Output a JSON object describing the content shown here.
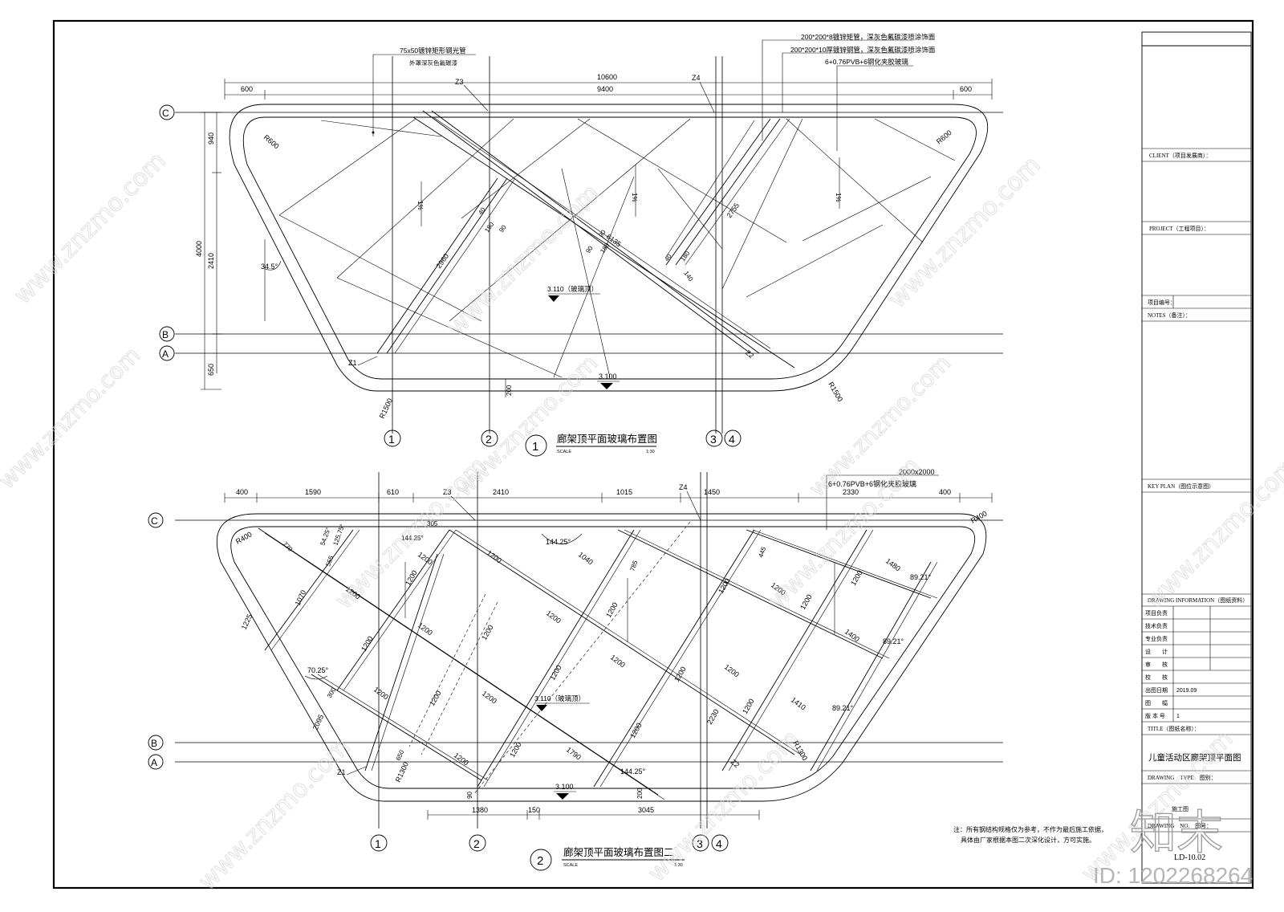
{
  "plan1": {
    "title": "廊架顶平面玻璃布置图",
    "number": "1",
    "scale_label": "SCALE",
    "scale_value": "1:30",
    "notes": {
      "tube": "75x50镀锌矩形钢光管",
      "tube2": "外罩深灰色氟碳漆",
      "steel1": "200*200*8镀锌矩管，深灰色氟碳漆喷涂饰面",
      "steel2": "200*200*10厚镀锌钢管，深灰色氟碳漆喷涂饰面",
      "glass": "6+0.76PVB+6钢化夹胶玻璃"
    },
    "dims_top": [
      "600",
      "10600",
      "9400",
      "600"
    ],
    "dims_left": [
      "940",
      "4000",
      "2410",
      "650"
    ],
    "labels": {
      "z1": "Z1",
      "z2": "Z2",
      "z3": "Z3",
      "z4": "Z4",
      "r600a": "R600",
      "r600b": "R600",
      "r1500a": "R1500",
      "r1500b": "R1500",
      "angle": "34.5°",
      "elev_glass": "3.110（玻璃顶）",
      "elev": "3.100",
      "d2960": "2960",
      "d2755": "2755",
      "d6135": "6135",
      "d200": "200",
      "d40a": "40",
      "d180a": "180",
      "d90a": "90",
      "d90b": "90",
      "d180b": "180",
      "d90c": "90",
      "d40b": "40",
      "d180c": "180",
      "d140": "140",
      "slope1": "1%",
      "slope2": "1%",
      "slope3": "1%"
    }
  },
  "plan2": {
    "title": "廊架顶平面玻璃布置图二",
    "number": "2",
    "scale_label": "SCALE",
    "scale_value": "1:30",
    "notes": {
      "size": "2000x2000",
      "glass": "6+0.76PVB+6钢化夹胶玻璃"
    },
    "dims_top": [
      "400",
      "1590",
      "610",
      "2410",
      "1015",
      "1450",
      "2330",
      "400"
    ],
    "dims_bottom": [
      "1380",
      "150",
      "3045"
    ],
    "labels": {
      "z1": "Z1",
      "z2": "Z2",
      "z3": "Z3",
      "z4": "Z4",
      "r400a": "R400",
      "r400b": "R400",
      "r1300a": "R1300",
      "r1300b": "R1300",
      "elev_glass": "3.110（玻璃顶）",
      "elev": "3.100",
      "a1": "70.25°",
      "a2": "89.21°",
      "a3": "89.21°",
      "a4": "89.21°",
      "a5": "144.25°",
      "a6": "144.25°",
      "a7": "144.25°",
      "a8": "125.75°",
      "a9": "54.25°",
      "d1200": "1200",
      "d1040": "1040",
      "d1480": "1480",
      "d1400": "1400",
      "d1410": "1410",
      "d1790": "1790",
      "d2230": "2230",
      "d2095": "2095",
      "d1225": "1225",
      "d1070": "1070",
      "d770": "770",
      "d555": "555",
      "d300": "300",
      "d305": "305",
      "d785": "785",
      "d445": "445",
      "d650": "650",
      "d90": "90",
      "d200": "200"
    }
  },
  "axes": {
    "c": "C",
    "b": "B",
    "a": "A",
    "n1": "1",
    "n2": "2",
    "n3": "3",
    "n4": "4"
  },
  "footnote": {
    "line1": "注：所有钢结构规格仅为参考，不作为最后施工依据，",
    "line2": "具体由厂家根据本图二次深化设计，方可实施。"
  },
  "title_block": {
    "client": "CLIENT（项目发展商）：",
    "project": "PROJECT（工程项目）：",
    "project_no": "项目编号：",
    "notes": "NOTES（备注）：",
    "key_plan": "KEY PLAN（图位示意图）",
    "drawing_info": "DRAWING INFORMATION（图纸资料）",
    "rows": [
      {
        "label": "项目负责",
        "value": ""
      },
      {
        "label": "技术负责",
        "value": ""
      },
      {
        "label": "专业负责",
        "value": ""
      },
      {
        "label": "设　　计",
        "value": ""
      },
      {
        "label": "审　　核",
        "value": ""
      },
      {
        "label": "校　　核",
        "value": ""
      },
      {
        "label": "出图日期",
        "value": "2019.09"
      },
      {
        "label": "图　　幅",
        "value": ""
      },
      {
        "label": "版 本 号",
        "value": "1"
      }
    ],
    "title_label": "TITLE（图纸名称）：",
    "title_value": "儿童活动区廊架顶平面图",
    "drawing_type_label": "DRAWING　TYPE　图别：",
    "drawing_type_value": "施工图",
    "drawing_no_label": "DRAWING　NO.　图号：",
    "drawing_no_value": "LD-10.02"
  },
  "watermark": {
    "brand": "知末",
    "site": "www.znzmo.com",
    "id": "ID: 1202268264"
  }
}
